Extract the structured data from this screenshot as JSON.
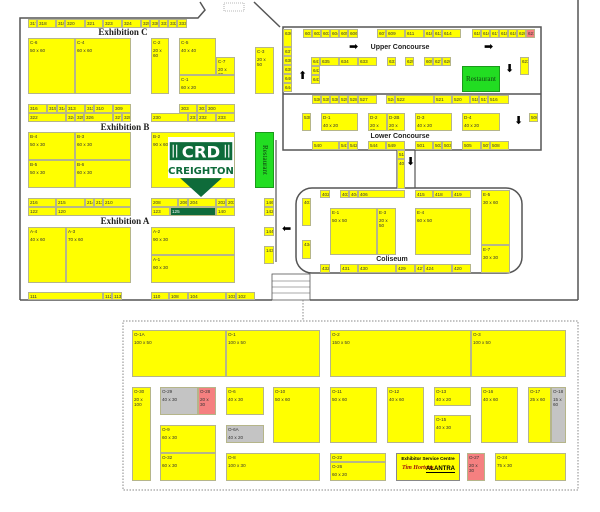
{
  "halls": {
    "exhibition_c": "Exhibition C",
    "exhibition_b": "Exhibition B",
    "exhibition_a": "Exhibition A",
    "upper_concourse": "Upper Concourse",
    "lower_concourse": "Lower Concourse",
    "coliseum": "Coliseum"
  },
  "restaurants": [
    "Restaurant",
    "Restaurant"
  ],
  "logo": {
    "line1": "CRD",
    "line2": "CREIGHTON"
  },
  "service_centre": {
    "title": "Exhibitor Service Centre",
    "sponsor1": "Tim Hortons",
    "sponsor2": "ALANTRA"
  },
  "colors": {
    "booth": "#ffff00",
    "reserved": "#f58080",
    "unavailable": "#c4c4c4",
    "restaurant": "#22dd22",
    "sponsor": "#0e6b3a"
  },
  "booths": [
    {
      "id": "317"
    },
    {
      "id": "318"
    },
    {
      "id": "319"
    },
    {
      "id": "320"
    },
    {
      "id": "321"
    },
    {
      "id": "323"
    },
    {
      "id": "324"
    },
    {
      "id": "329"
    },
    {
      "id": "330"
    },
    {
      "id": "331"
    },
    {
      "id": "332"
    },
    {
      "id": "333"
    },
    {
      "id": "C-6",
      "size": "50 x 60"
    },
    {
      "id": "C-4",
      "size": "60 x 60"
    },
    {
      "id": "C-2",
      "size": "20 x 60"
    },
    {
      "id": "C-5",
      "size": "40 x 40"
    },
    {
      "id": "C-7",
      "size": "20 x 20"
    },
    {
      "id": "C-1",
      "size": "60 x 20"
    },
    {
      "id": "C-3",
      "size": "20 x 50"
    },
    {
      "id": "316"
    },
    {
      "id": "315"
    },
    {
      "id": "314"
    },
    {
      "id": "313"
    },
    {
      "id": "311"
    },
    {
      "id": "310"
    },
    {
      "id": "309"
    },
    {
      "id": "322"
    },
    {
      "id": "324"
    },
    {
      "id": "325"
    },
    {
      "id": "326"
    },
    {
      "id": "327"
    },
    {
      "id": "328"
    },
    {
      "id": "303"
    },
    {
      "id": "301"
    },
    {
      "id": "300"
    },
    {
      "id": "230"
    },
    {
      "id": "231"
    },
    {
      "id": "232"
    },
    {
      "id": "233"
    },
    {
      "id": "B-4",
      "size": "50 x 30"
    },
    {
      "id": "B-3",
      "size": "60 x 30"
    },
    {
      "id": "B-5",
      "size": "50 x 30"
    },
    {
      "id": "B-6",
      "size": "60 x 30"
    },
    {
      "id": "B-2",
      "size": "90 x 60"
    },
    {
      "id": "216"
    },
    {
      "id": "215"
    },
    {
      "id": "214"
    },
    {
      "id": "213"
    },
    {
      "id": "210"
    },
    {
      "id": "208"
    },
    {
      "id": "206"
    },
    {
      "id": "204"
    },
    {
      "id": "202"
    },
    {
      "id": "203"
    },
    {
      "id": "122"
    },
    {
      "id": "120"
    },
    {
      "id": "123"
    },
    {
      "id": "125",
      "color": "green"
    },
    {
      "id": "140"
    },
    {
      "id": "146"
    },
    {
      "id": "142"
    },
    {
      "id": "144"
    },
    {
      "id": "143"
    },
    {
      "id": "A-4",
      "size": "40 x 60"
    },
    {
      "id": "A-3",
      "size": "70 x 60"
    },
    {
      "id": "A-2",
      "size": "90 x 30"
    },
    {
      "id": "A-1",
      "size": "90 x 30"
    },
    {
      "id": "111"
    },
    {
      "id": "112"
    },
    {
      "id": "113"
    },
    {
      "id": "110"
    },
    {
      "id": "108"
    },
    {
      "id": "104"
    },
    {
      "id": "103"
    },
    {
      "id": "102"
    },
    {
      "id": "636"
    },
    {
      "id": "601"
    },
    {
      "id": "602"
    },
    {
      "id": "603"
    },
    {
      "id": "604"
    },
    {
      "id": "605"
    },
    {
      "id": "606"
    },
    {
      "id": "607"
    },
    {
      "id": "609"
    },
    {
      "id": "611"
    },
    {
      "id": "610B"
    },
    {
      "id": "613"
    },
    {
      "id": "614"
    },
    {
      "id": "615"
    },
    {
      "id": "616"
    },
    {
      "id": "617"
    },
    {
      "id": "618"
    },
    {
      "id": "619"
    },
    {
      "id": "620"
    },
    {
      "id": "621",
      "color": "pink"
    },
    {
      "id": "637"
    },
    {
      "id": "638"
    },
    {
      "id": "639"
    },
    {
      "id": "640"
    },
    {
      "id": "644"
    },
    {
      "id": "641"
    },
    {
      "id": "635"
    },
    {
      "id": "634"
    },
    {
      "id": "633"
    },
    {
      "id": "631"
    },
    {
      "id": "629"
    },
    {
      "id": "609A"
    },
    {
      "id": "627"
    },
    {
      "id": "626"
    },
    {
      "id": "642"
    },
    {
      "id": "643"
    },
    {
      "id": "623"
    },
    {
      "id": "536"
    },
    {
      "id": "535"
    },
    {
      "id": "530"
    },
    {
      "id": "529"
    },
    {
      "id": "528"
    },
    {
      "id": "527"
    },
    {
      "id": "524"
    },
    {
      "id": "522"
    },
    {
      "id": "521"
    },
    {
      "id": "520"
    },
    {
      "id": "518"
    },
    {
      "id": "517"
    },
    {
      "id": "516"
    },
    {
      "id": "538"
    },
    {
      "id": "D-1",
      "size": "40 x 20"
    },
    {
      "id": "D-2",
      "size": "20 x 20"
    },
    {
      "id": "D-2B",
      "size": "20 x 20"
    },
    {
      "id": "D-3",
      "size": "40 x 20"
    },
    {
      "id": "D-4",
      "size": "40 x 20"
    },
    {
      "id": "506B"
    },
    {
      "id": "540"
    },
    {
      "id": "541"
    },
    {
      "id": "542"
    },
    {
      "id": "544"
    },
    {
      "id": "549"
    },
    {
      "id": "501"
    },
    {
      "id": "502"
    },
    {
      "id": "503"
    },
    {
      "id": "505"
    },
    {
      "id": "507"
    },
    {
      "id": "508"
    },
    {
      "id": "510"
    },
    {
      "id": "409"
    },
    {
      "id": "402"
    },
    {
      "id": "403"
    },
    {
      "id": "404"
    },
    {
      "id": "406"
    },
    {
      "id": "415"
    },
    {
      "id": "418"
    },
    {
      "id": "419"
    },
    {
      "id": "E-5",
      "size": "30 x 60"
    },
    {
      "id": "E-7",
      "size": "30 x 30"
    },
    {
      "id": "401"
    },
    {
      "id": "E-1",
      "size": "50 x 50"
    },
    {
      "id": "E-3",
      "size": "20 x 50"
    },
    {
      "id": "E-4",
      "size": "60 x 50"
    },
    {
      "id": "434"
    },
    {
      "id": "432"
    },
    {
      "id": "431"
    },
    {
      "id": "430"
    },
    {
      "id": "429"
    },
    {
      "id": "427"
    },
    {
      "id": "424"
    },
    {
      "id": "420"
    },
    {
      "id": "O-1A",
      "size": "100 x 50"
    },
    {
      "id": "O-1",
      "size": "100 x 50"
    },
    {
      "id": "O-2",
      "size": "150 x 50"
    },
    {
      "id": "O-3",
      "size": "100 x 50"
    },
    {
      "id": "O-30",
      "size": "20 x 100"
    },
    {
      "id": "O-29",
      "size": "40 x 30",
      "color": "gray"
    },
    {
      "id": "O-28",
      "size": "20 x 30",
      "color": "pink"
    },
    {
      "id": "O-6",
      "size": "40 x 30"
    },
    {
      "id": "O-10",
      "size": "50 x 60"
    },
    {
      "id": "O-11",
      "size": "50 x 60"
    },
    {
      "id": "O-12",
      "size": "40 x 60"
    },
    {
      "id": "O-13",
      "size": "40 x 20"
    },
    {
      "id": "O-15",
      "size": "40 x 30"
    },
    {
      "id": "O-16",
      "size": "40 x 60"
    },
    {
      "id": "O-17",
      "size": "25 x 60"
    },
    {
      "id": "O-18",
      "size": "15 x 60",
      "color": "gray"
    },
    {
      "id": "O-9",
      "size": "60 x 30"
    },
    {
      "id": "O-6A",
      "size": "40 x 20",
      "color": "gray"
    },
    {
      "id": "O-32",
      "size": "60 x 30"
    },
    {
      "id": "O-8",
      "size": "100 x 30"
    },
    {
      "id": "O-22"
    },
    {
      "id": "O-26",
      "size": "60 x 20"
    },
    {
      "id": "O-27",
      "size": "20 x 30",
      "color": "pink"
    },
    {
      "id": "O-24",
      "size": "75 x 30"
    }
  ]
}
